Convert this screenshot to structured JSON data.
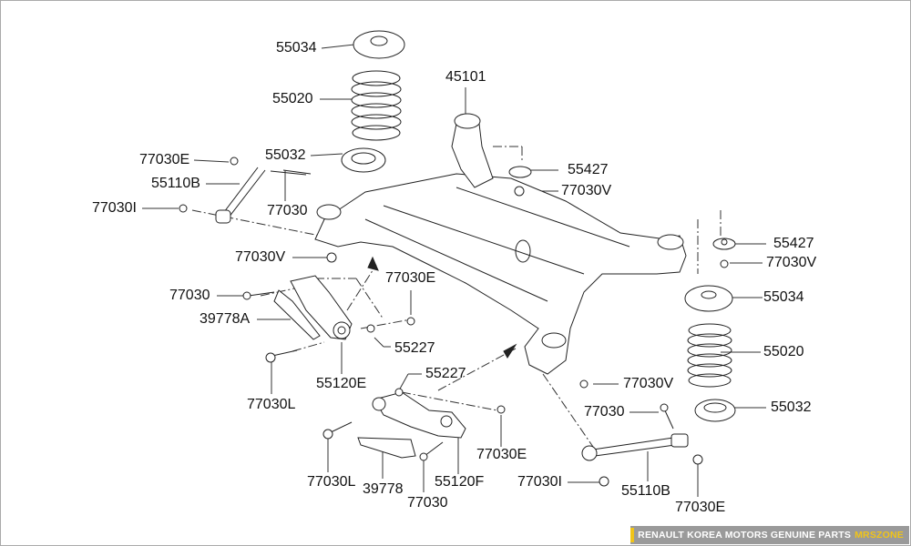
{
  "diagram": {
    "title": "Rear suspension subframe exploded parts diagram",
    "parts": [
      {
        "id": "p1",
        "label": "55034"
      },
      {
        "id": "p2",
        "label": "55020"
      },
      {
        "id": "p3",
        "label": "45101"
      },
      {
        "id": "p4",
        "label": "55032"
      },
      {
        "id": "p5",
        "label": "77030E"
      },
      {
        "id": "p6",
        "label": "55110B"
      },
      {
        "id": "p7",
        "label": "77030I"
      },
      {
        "id": "p8",
        "label": "77030"
      },
      {
        "id": "p9",
        "label": "55427"
      },
      {
        "id": "p10",
        "label": "77030V"
      },
      {
        "id": "p11",
        "label": "77030V"
      },
      {
        "id": "p12",
        "label": "55427"
      },
      {
        "id": "p13",
        "label": "77030V"
      },
      {
        "id": "p14",
        "label": "77030"
      },
      {
        "id": "p15",
        "label": "77030E"
      },
      {
        "id": "p16",
        "label": "39778A"
      },
      {
        "id": "p17",
        "label": "55034"
      },
      {
        "id": "p18",
        "label": "55227"
      },
      {
        "id": "p19",
        "label": "55020"
      },
      {
        "id": "p20",
        "label": "55120E"
      },
      {
        "id": "p21",
        "label": "77030L"
      },
      {
        "id": "p22",
        "label": "55227"
      },
      {
        "id": "p23",
        "label": "77030V"
      },
      {
        "id": "p24",
        "label": "55032"
      },
      {
        "id": "p25",
        "label": "77030"
      },
      {
        "id": "p26",
        "label": "77030E"
      },
      {
        "id": "p27",
        "label": "77030L"
      },
      {
        "id": "p28",
        "label": "39778"
      },
      {
        "id": "p29",
        "label": "55120F"
      },
      {
        "id": "p30",
        "label": "77030I"
      },
      {
        "id": "p31",
        "label": "55110B"
      },
      {
        "id": "p32",
        "label": "77030"
      },
      {
        "id": "p33",
        "label": "77030E"
      }
    ]
  },
  "watermark": {
    "text": "RENAULT KOREA MOTORS GENUINE PARTS",
    "brand": "MRSZONE",
    "brand_color": "#f0c419",
    "bg_color": "#9a9a9a"
  }
}
